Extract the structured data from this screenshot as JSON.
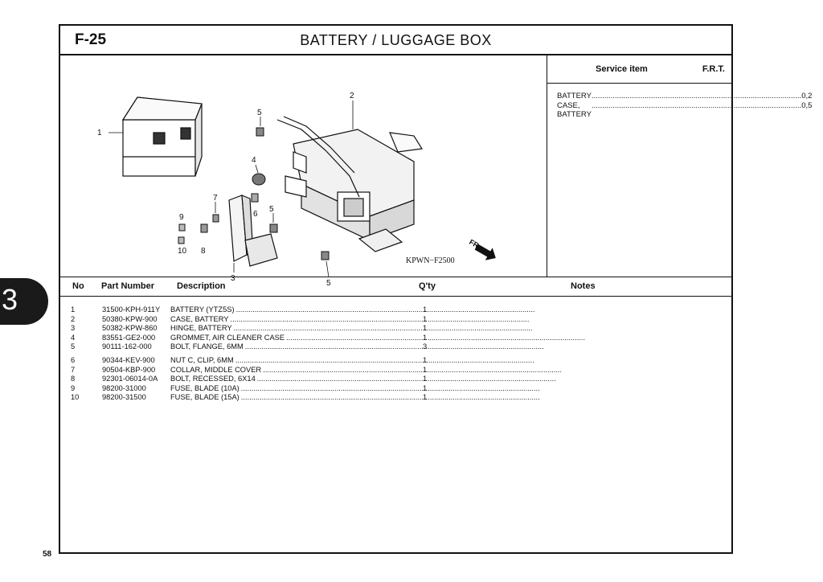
{
  "page": {
    "figure_id": "F-25",
    "title": "BATTERY / LUGGAGE  BOX",
    "page_number": "58",
    "section_tab": "3"
  },
  "illustration": {
    "callouts": [
      "1",
      "2",
      "3",
      "4",
      "5",
      "5",
      "5",
      "6",
      "7",
      "8",
      "9",
      "10"
    ],
    "figure_code": "KPWN−F2500",
    "direction_label": "FR."
  },
  "service": {
    "header_item": "Service item",
    "header_frt": "F.R.T.",
    "rows": [
      {
        "item": "BATTERY",
        "frt": "0,2"
      },
      {
        "item": "CASE, BATTERY",
        "frt": "0,5"
      }
    ]
  },
  "table": {
    "headers": {
      "no": "No",
      "part_number": "Part Number",
      "description": "Description",
      "qty": "Q'ty",
      "notes": "Notes"
    },
    "rows": [
      {
        "no": "1",
        "part_number": "31500-KPH-911Y",
        "description": "BATTERY (YTZ5S)",
        "qty": "1"
      },
      {
        "no": "2",
        "part_number": "50380-KPW-900",
        "description": "CASE, BATTERY",
        "qty": "1"
      },
      {
        "no": "3",
        "part_number": "50382-KPW-860",
        "description": "HINGE, BATTERY",
        "qty": "1"
      },
      {
        "no": "4",
        "part_number": "83551-GE2-000",
        "description": "GROMMET, AIR CLEANER CASE",
        "qty": "1"
      },
      {
        "no": "5",
        "part_number": "90111-162-000",
        "description": "BOLT, FLANGE, 6MM",
        "qty": "3"
      },
      {
        "no": "6",
        "part_number": "90344-KEV-900",
        "description": "NUT C, CLIP, 6MM",
        "qty": "1"
      },
      {
        "no": "7",
        "part_number": "90504-KBP-900",
        "description": "COLLAR, MIDDLE COVER",
        "qty": "1"
      },
      {
        "no": "8",
        "part_number": "92301-06014-0A",
        "description": "BOLT, RECESSED, 6X14",
        "qty": "1"
      },
      {
        "no": "9",
        "part_number": "98200-31000",
        "description": "FUSE, BLADE (10A)",
        "qty": "1"
      },
      {
        "no": "10",
        "part_number": "98200-31500",
        "description": "FUSE, BLADE (15A)",
        "qty": "1"
      }
    ]
  }
}
